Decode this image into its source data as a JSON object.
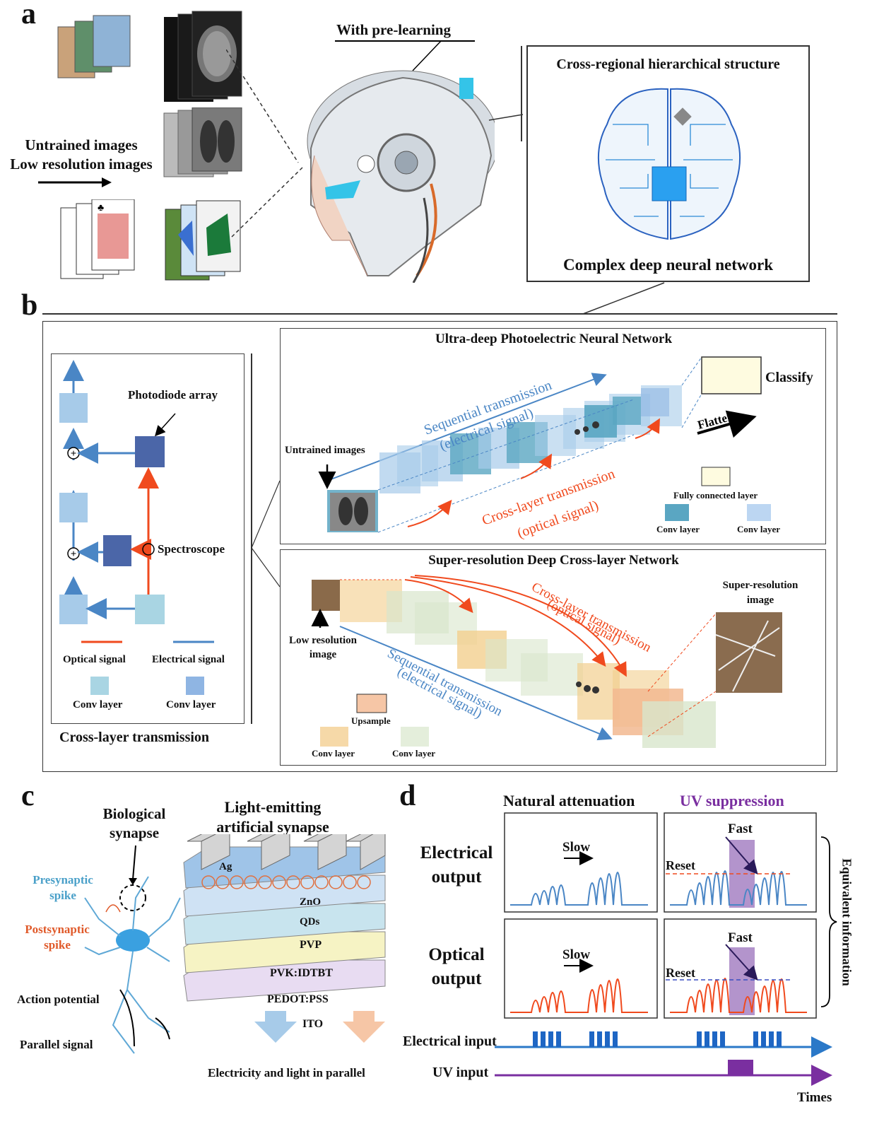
{
  "panels": {
    "a": "a",
    "b": "b",
    "c": "c",
    "d": "d"
  },
  "a": {
    "with_pre_learning": "With pre-learning",
    "input_line1": "Untrained images",
    "input_line2": "Low resolution images",
    "box_title": "Cross-regional hierarchical structure",
    "box_caption": "Complex deep neural network"
  },
  "b": {
    "left": {
      "photodiode": "Photodiode array",
      "spectroscope": "Spectroscope",
      "optical_signal": "Optical signal",
      "electrical_signal": "Electrical signal",
      "conv1": "Conv layer",
      "conv2": "Conv layer",
      "caption": "Cross-layer transmission"
    },
    "top": {
      "title": "Ultra-deep Photoelectric Neural Network",
      "seq1": "Sequential transmission",
      "seq2": "(electrical signal)",
      "cross1": "Cross-layer transmission",
      "cross2": "(optical signal)",
      "untrained": "Untrained images",
      "classify": "Classify",
      "flatten": "Flatten",
      "fc": "Fully connected layer",
      "conv_a": "Conv layer",
      "conv_b": "Conv layer"
    },
    "bottom": {
      "title": "Super-resolution Deep Cross-layer Network",
      "cross1": "Cross-layer transmission",
      "cross2": "(optical signal)",
      "seq1": "Sequential transmission",
      "seq2": "(electrical signal)",
      "lowres1": "Low resolution",
      "lowres2": "image",
      "sr1": "Super-resolution",
      "sr2": "image",
      "upsample": "Upsample",
      "conv_a": "Conv layer",
      "conv_b": "Conv layer"
    }
  },
  "c": {
    "bio1": "Biological",
    "bio2": "synapse",
    "pre1": "Presynaptic",
    "pre2": "spike",
    "post1": "Postsynaptic",
    "post2": "spike",
    "action": "Action potential",
    "parallel": "Parallel signal",
    "les1": "Light-emitting",
    "les2": "artificial synapse",
    "layers": [
      "Ag",
      "ZnO",
      "QDs",
      "PVP",
      "PVK:IDTBT",
      "PEDOT:PSS",
      "ITO"
    ],
    "caption": "Electricity and light in parallel"
  },
  "d": {
    "natural": "Natural attenuation",
    "uv": "UV suppression",
    "elec_out1": "Electrical",
    "elec_out2": "output",
    "opt_out1": "Optical",
    "opt_out2": "output",
    "slow1": "Slow",
    "slow2": "Slow",
    "fast1": "Fast",
    "fast2": "Fast",
    "reset1": "Reset",
    "reset2": "Reset",
    "equivalent": "Equivalent information",
    "elec_in": "Electrical input",
    "uv_in": "UV input",
    "times": "Times"
  },
  "colors": {
    "blue": "#4a86c5",
    "red": "#f04a1e",
    "purple": "#7a2fa0",
    "navy": "#4b66a8",
    "lightblue": "#a7cbe9",
    "teal": "#5aa6c2"
  }
}
